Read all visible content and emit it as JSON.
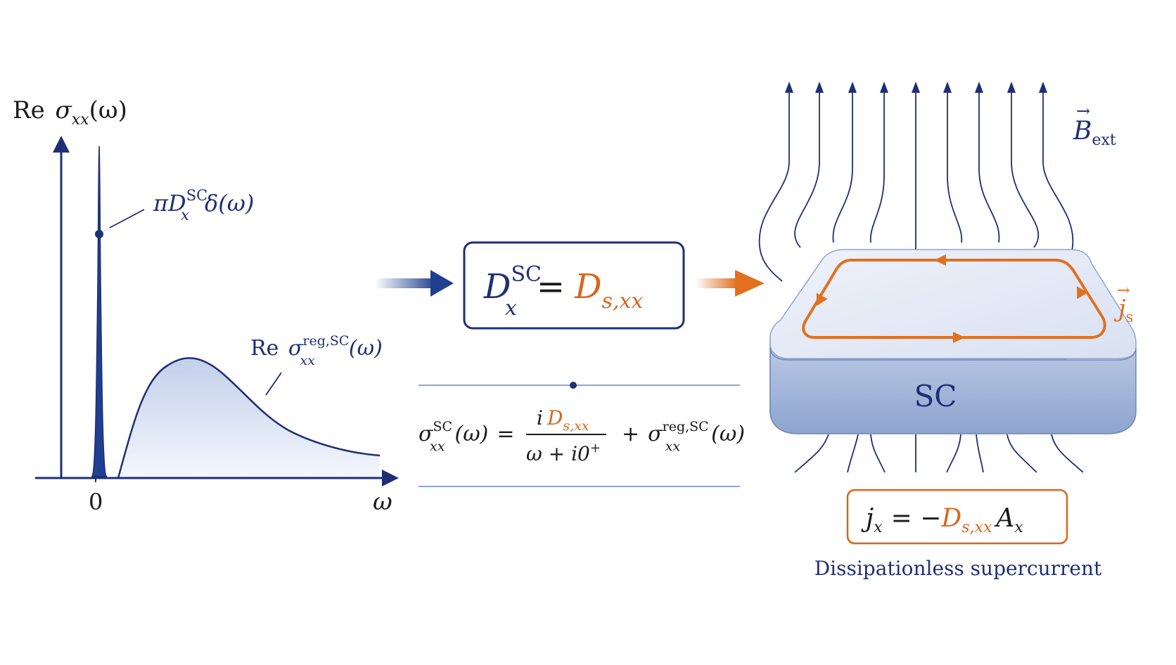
{
  "colors": {
    "navy": "#1f2f74",
    "orange": "#d9661b",
    "black": "#1a1a1a",
    "fill_light": "#dde4f3",
    "slab_side": "#9fb3d7",
    "slab_top": "#e6ebf6",
    "rule_line": "#8fa3d6"
  },
  "icons": {
    "field_arrows": "arrow-up-icon",
    "flow_arrows": "arrow-right-icon"
  },
  "plot": {
    "y_label": {
      "prefix": "Re",
      "sigma": "σ",
      "sub": "xx",
      "arg": "(ω)"
    },
    "x_label": "ω",
    "zero_tick": "0",
    "delta_label": {
      "pi": "πD",
      "sup": "SC",
      "sub": "x",
      "delta": "δ(ω)"
    },
    "reg_label": {
      "prefix": "Re",
      "sigma": "σ",
      "sup": "reg,SC",
      "sub": "xx",
      "arg": "(ω)"
    }
  },
  "boxed_eq": {
    "lhs": "D",
    "lhs_sup": "SC",
    "lhs_sub": "x",
    "eq": "=",
    "rhs": "D",
    "rhs_sub": "s,xx"
  },
  "kubo_eq": {
    "sigma": "σ",
    "sup1": "SC",
    "sub1": "xx",
    "arg1": "(ω)",
    "eq": "=",
    "num_i": "i",
    "num_D": "D",
    "num_sub": "s,xx",
    "den": "ω + i0",
    "den_sup": "+",
    "plus": "+",
    "sigma2": "σ",
    "sup2": "reg,SC",
    "sub2": "xx",
    "arg2": "(ω)"
  },
  "sc": {
    "slab_label": "SC",
    "b_field": {
      "symbol": "B",
      "sub": "ext",
      "arrow": "→"
    },
    "current": {
      "symbol": "j",
      "sub": "s",
      "arrow": "→"
    },
    "london_eq": {
      "j": "j",
      "j_sub": "x",
      "eq": "= −",
      "D": "D",
      "D_sub": "s,xx",
      "A": "A",
      "A_sub": "x"
    },
    "caption": "Dissipationless supercurrent"
  }
}
